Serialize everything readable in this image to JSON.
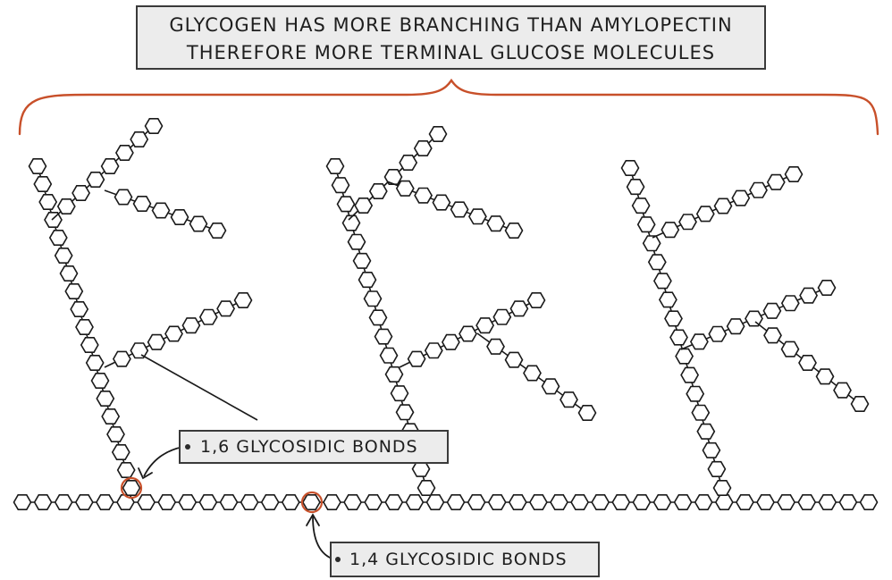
{
  "title": {
    "line1": "GLYCOGEN HAS MORE BRANCHING THAN AMYLOPECTIN",
    "line2": "THEREFORE MORE TERMINAL GLUCOSE MOLECULES"
  },
  "labels": {
    "bond_16": "1,6 GLYCOSIDIC BONDS",
    "bond_14": "1,4 GLYCOSIDIC BONDS"
  },
  "colors": {
    "bracket": "#c8502a",
    "highlight": "#c8502a",
    "stroke": "#1a1a1a",
    "box_fill": "#ececec"
  },
  "icons": [
    "glucose-hexagon",
    "curly-brace",
    "pointer-arrow"
  ]
}
